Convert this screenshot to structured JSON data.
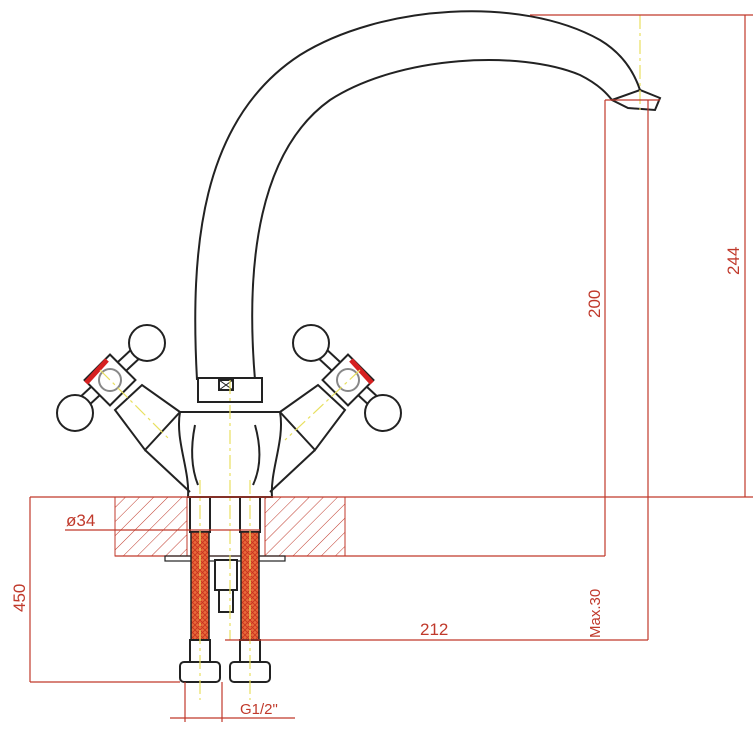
{
  "drawing": {
    "dimensions": {
      "total_height": "244",
      "spout_height": "200",
      "hole_diameter": "ø34",
      "hose_length": "450",
      "max_counter_thickness": "Max.30",
      "spout_reach": "212",
      "thread": "G1/2\""
    },
    "colors": {
      "outline": "#222222",
      "dimension": "#c0392b",
      "centerline": "#e8e060",
      "hose": "#e0552b",
      "handle_marker": "#d62020"
    }
  }
}
